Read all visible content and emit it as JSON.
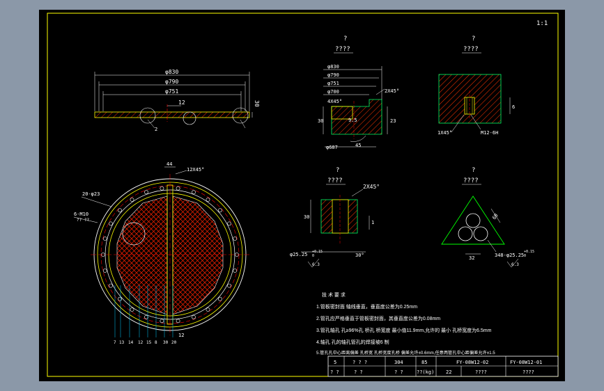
{
  "drawing": {
    "corner_label": "1:1",
    "views": {
      "strip": {
        "dims": [
          "φ830",
          "φ790",
          "φ751",
          "12",
          "30"
        ],
        "callout": "2"
      },
      "section_a": {
        "heading": "?",
        "subheading": "????",
        "dims": [
          "φ830",
          "φ790",
          "φ751",
          "φ700",
          "4X45°",
          "2X45°",
          "30",
          "9.5",
          "23",
          "φ687",
          "45"
        ]
      },
      "section_b": {
        "heading": "?",
        "subheading": "????",
        "dims": [
          "6",
          "1X45°",
          "M12-6H"
        ]
      },
      "section_c": {
        "heading": "?",
        "subheading": "????",
        "dims": [
          "2X45°",
          "30",
          "1",
          "φ25.25",
          "+0.15",
          "0",
          "30°"
        ],
        "surface_mark": "6.3"
      },
      "section_d": {
        "heading": "?",
        "subheading": "????",
        "dims": [
          "60",
          "32",
          "348-φ25.25",
          "+0.15",
          "0"
        ],
        "surface_mark": "6.3"
      },
      "plate": {
        "dims": [
          "44",
          "12X45°",
          "20-φ23",
          "6-M10",
          "?? ??",
          "12"
        ],
        "balloons": [
          "7",
          "13",
          "14",
          "12",
          "15",
          "8",
          "30",
          "20"
        ]
      }
    },
    "notes": {
      "title": "技 术 要 求",
      "items": [
        "1.管板密封面 轴线垂直，垂直度公差为0.25mm",
        "2.管孔应严格垂直于管板密封面，其垂直度公差为0.08mm",
        "3.管孔轴孔 孔≥96%孔 桥孔 桥宽度 最小值11.9mm,允许的 最小 孔桥宽度为6.5mm",
        "4.轴孔 孔的轴孔管孔的焊接坡6 制",
        "5.管孔孔中心距离偏差 孔桥宽 孔桥宽度孔桥 偏差允许±0.6mm,任意两管孔中心距偏差允许±1.5"
      ]
    },
    "title_block": {
      "row1": [
        "5",
        "? ? ?",
        "304",
        "85",
        "FY-08W12-02",
        "FY-08W12-01"
      ],
      "row2": [
        "? ?",
        "? ?",
        "? ?",
        "??(kg)",
        "22",
        "????",
        "????"
      ]
    }
  }
}
